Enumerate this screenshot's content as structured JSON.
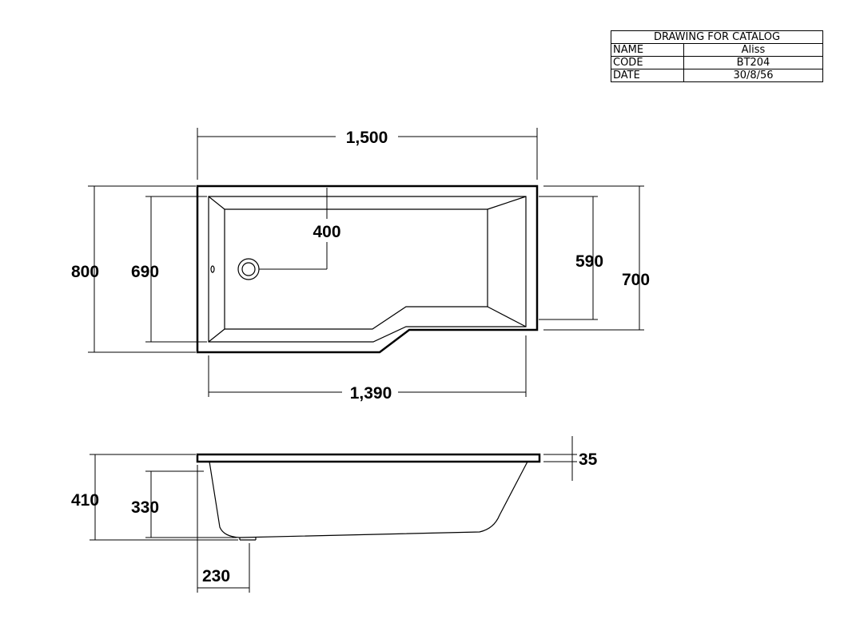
{
  "title_block": {
    "heading": "DRAWING FOR CATALOG",
    "rows": [
      {
        "key": "NAME",
        "value": "Aliss"
      },
      {
        "key": "CODE",
        "value": "BT204"
      },
      {
        "key": "DATE",
        "value": "30/8/56"
      }
    ]
  },
  "dimensions": {
    "overall_length": "1,500",
    "inner_length": "1,390",
    "overall_width": "800",
    "inner_width": "690",
    "waste_offset": "400",
    "narrow_inner_width": "590",
    "narrow_overall_width": "700",
    "overall_height": "410",
    "inner_depth": "330",
    "rim_thickness": "35",
    "base_offset": "230"
  }
}
